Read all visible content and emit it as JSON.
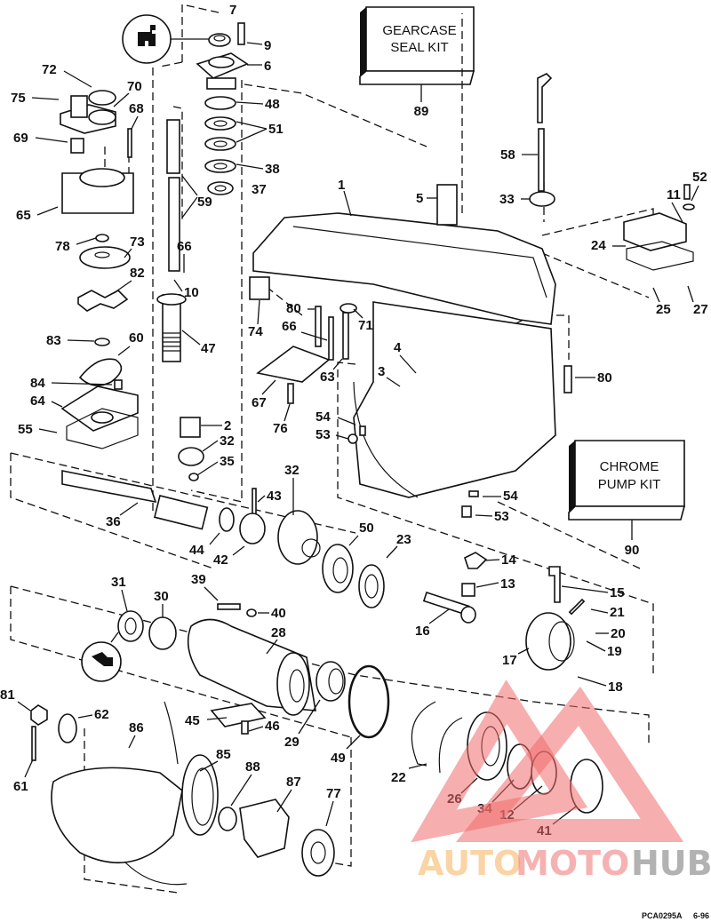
{
  "diagram": {
    "title": "Gearcase exploded parts diagram",
    "kits": [
      {
        "id": "gearcase-seal-kit",
        "lines": [
          "GEARCASE",
          "SEAL KIT"
        ],
        "part_number": "89"
      },
      {
        "id": "chrome-pump-kit",
        "lines": [
          "CHROME",
          "PUMP KIT"
        ],
        "part_number": "90"
      }
    ],
    "callouts": [
      "7",
      "9",
      "6",
      "48",
      "51",
      "38",
      "37",
      "59",
      "72",
      "70",
      "75",
      "68",
      "69",
      "65",
      "78",
      "73",
      "82",
      "66",
      "10",
      "83",
      "60",
      "47",
      "84",
      "64",
      "55",
      "2",
      "32",
      "35",
      "1",
      "5",
      "58",
      "33",
      "52",
      "11",
      "24",
      "25",
      "27",
      "74",
      "80",
      "66b",
      "71",
      "63",
      "4",
      "3",
      "80b",
      "67",
      "76",
      "54",
      "53",
      "54b",
      "53b",
      "36",
      "43",
      "32b",
      "50",
      "23",
      "44",
      "42",
      "14",
      "13",
      "15",
      "21",
      "16",
      "20",
      "19",
      "17",
      "18",
      "31",
      "30",
      "39",
      "40",
      "28",
      "45",
      "46",
      "29",
      "49",
      "22",
      "26",
      "34",
      "12",
      "41",
      "81",
      "62",
      "86",
      "85",
      "61",
      "88",
      "87",
      "77"
    ],
    "labels": {
      "7": "7",
      "9": "9",
      "6": "6",
      "48": "48",
      "51": "51",
      "38": "38",
      "37": "37",
      "59": "59",
      "72": "72",
      "70": "70",
      "75": "75",
      "68": "68",
      "69": "69",
      "65": "65",
      "78": "78",
      "73": "73",
      "82": "82",
      "66": "66",
      "10": "10",
      "83": "83",
      "60": "60",
      "47": "47",
      "84": "84",
      "64": "64",
      "55": "55",
      "2": "2",
      "32": "32",
      "35": "35",
      "1": "1",
      "5": "5",
      "58": "58",
      "33": "33",
      "52": "52",
      "11": "11",
      "24": "24",
      "25": "25",
      "27": "27",
      "74": "74",
      "80": "80",
      "66b": "66",
      "71": "71",
      "63": "63",
      "4": "4",
      "3": "3",
      "80b": "80",
      "67": "67",
      "76": "76",
      "54": "54",
      "53": "53",
      "54b": "54",
      "53b": "53",
      "36": "36",
      "43": "43",
      "32b": "32",
      "50": "50",
      "23": "23",
      "44": "44",
      "42": "42",
      "14": "14",
      "13": "13",
      "15": "15",
      "21": "21",
      "16": "16",
      "20": "20",
      "19": "19",
      "17": "17",
      "18": "18",
      "31": "31",
      "30": "30",
      "39": "39",
      "40": "40",
      "28": "28",
      "45": "45",
      "46": "46",
      "29": "29",
      "49": "49",
      "22": "22",
      "26": "26",
      "34": "34",
      "12": "12",
      "41": "41",
      "81": "81",
      "62": "62",
      "86": "86",
      "85": "85",
      "61": "61",
      "88": "88",
      "87": "87",
      "77": "77"
    },
    "footer": {
      "code": "PCA0295A",
      "date": "6-96"
    },
    "icons": [
      "apply-lubricant-icon",
      "apply-sealant-icon"
    ]
  },
  "watermark": {
    "words": [
      "AUTO",
      "MOTO",
      "HUB"
    ],
    "colors": {
      "auto": "#f7b96b",
      "moto": "#f08080",
      "hub": "#808080",
      "triangle": "#f06b6b"
    }
  }
}
